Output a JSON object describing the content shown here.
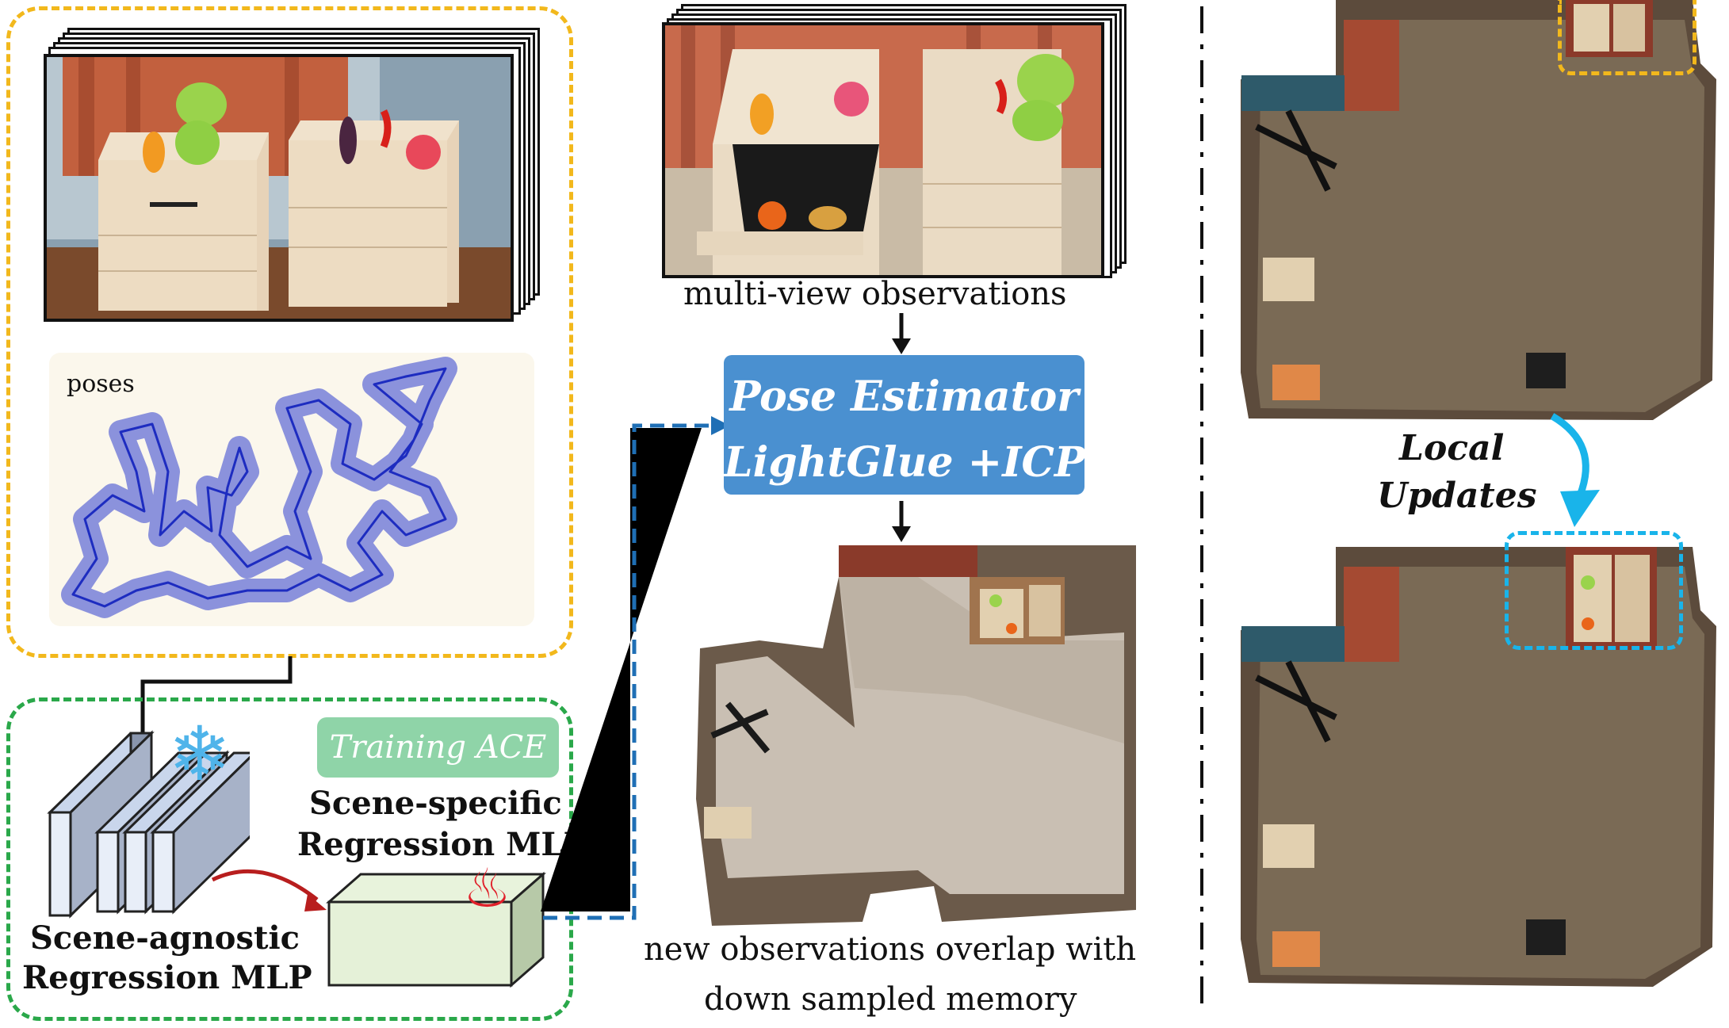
{
  "left_panel": {
    "poses_label": "poses"
  },
  "center": {
    "observations_caption": "multi-view observations",
    "estimator_title": "Pose Estimator",
    "estimator_subtitle": "LightGlue +ICP",
    "overlap_caption_line1": "new observations overlap with",
    "overlap_caption_line2": "down sampled memory"
  },
  "training": {
    "badge": "Training ACE",
    "specific_line1": "Scene-specific",
    "specific_line2": "Regression MLP",
    "agnostic_line1": "Scene-agnostic",
    "agnostic_line2": "Regression MLP"
  },
  "right_panel": {
    "updates_line1": "Local",
    "updates_line2": "Updates"
  },
  "colors": {
    "yellow_border": "#f2b81c",
    "green_border": "#2aa84a",
    "estimator_fill": "#4a90d0",
    "badge_fill": "#8fd4a8",
    "dashed_blue": "#1f6fb5",
    "cyan": "#19b4ea",
    "pose_blue": "#2f3fd0",
    "red_arrow": "#b81e1e",
    "flame": "#e0202a",
    "snowflake": "#4fb4ea"
  }
}
